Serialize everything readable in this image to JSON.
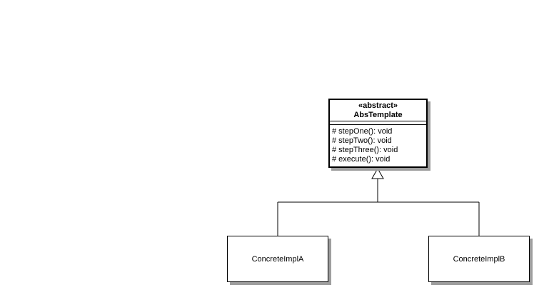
{
  "diagram": {
    "type": "uml-class-diagram",
    "abstract_class": {
      "stereotype": "«abstract»",
      "name": "AbsTemplate",
      "methods": [
        "# stepOne(): void",
        "# stepTwo(): void",
        "# stepThree(): void",
        "# execute(): void"
      ]
    },
    "subclasses": [
      {
        "name": "ConcreteImplA"
      },
      {
        "name": "ConcreteImplB"
      }
    ],
    "relationship": "generalization",
    "colors": {
      "box_fill": "#ffffff",
      "border": "#000000",
      "shadow": "#9e9e9e",
      "connector": "#000000",
      "background": "#ffffff"
    }
  }
}
